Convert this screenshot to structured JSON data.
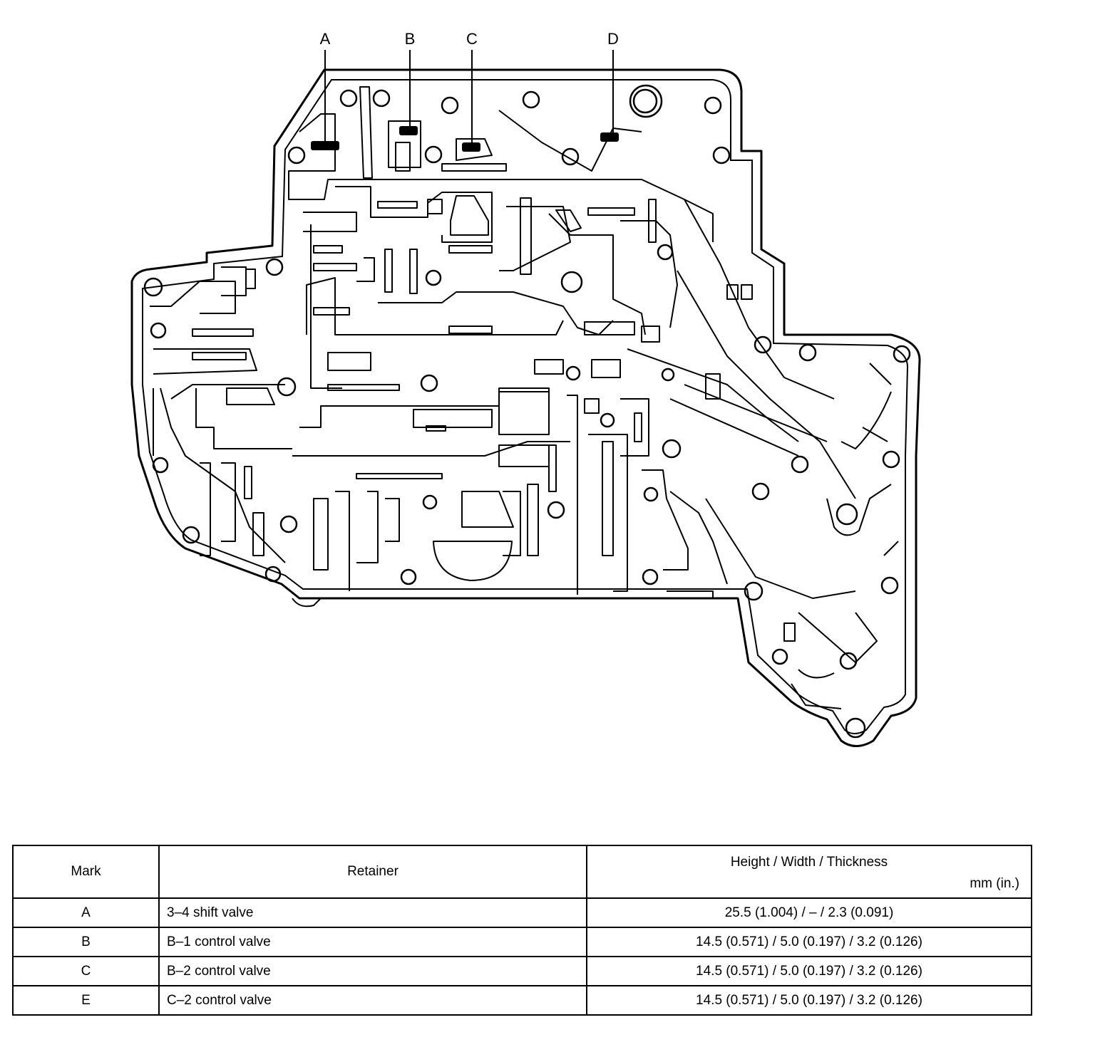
{
  "diagram": {
    "marks": [
      "A",
      "B",
      "C",
      "D"
    ]
  },
  "table": {
    "headers": {
      "mark": "Mark",
      "retainer": "Retainer",
      "dimensions": "Height / Width / Thickness",
      "unit": "mm (in.)"
    },
    "rows": [
      {
        "mark": "A",
        "retainer": "3–4 shift valve",
        "dims": "25.5 (1.004) / – / 2.3 (0.091)"
      },
      {
        "mark": "B",
        "retainer": "B–1 control valve",
        "dims": "14.5 (0.571) / 5.0 (0.197) / 3.2 (0.126)"
      },
      {
        "mark": "C",
        "retainer": "B–2 control valve",
        "dims": "14.5 (0.571) / 5.0 (0.197) / 3.2 (0.126)"
      },
      {
        "mark": "E",
        "retainer": "C–2 control valve",
        "dims": "14.5 (0.571) / 5.0 (0.197) / 3.2 (0.126)"
      }
    ]
  }
}
